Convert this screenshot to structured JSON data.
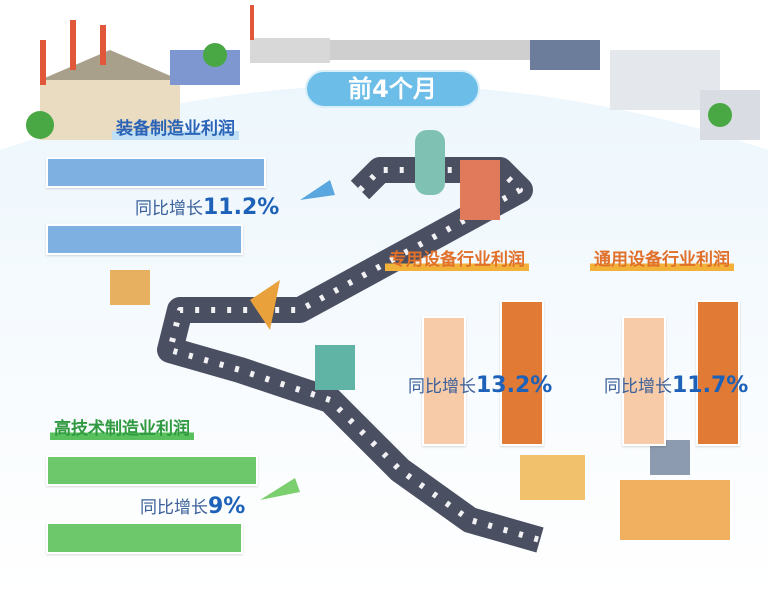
{
  "period_label": "前4个月",
  "sections": {
    "equipment": {
      "title": "装备制造业利润",
      "growth_prefix": "同比增长",
      "growth_value": "11.2%",
      "color": "#7fb0e2"
    },
    "special": {
      "title": "专用设备行业利润",
      "growth_prefix": "同比增长",
      "growth_value": "13.2%",
      "color": "#e07a35"
    },
    "general": {
      "title": "通用设备行业利润",
      "growth_prefix": "同比增长",
      "growth_value": "11.7%",
      "color": "#e07a35"
    },
    "hightech": {
      "title": "高技术制造业利润",
      "growth_prefix": "同比增长",
      "growth_value": "9%",
      "color": "#6cc86a"
    }
  }
}
